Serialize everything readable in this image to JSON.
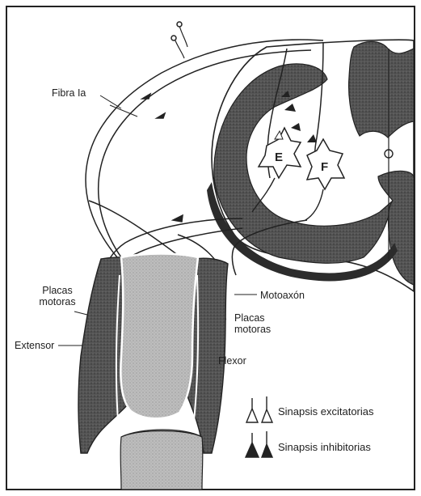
{
  "labels": {
    "fibra": "Fibra Ia",
    "placas_left_line1": "Placas",
    "placas_left_line2": "motoras",
    "motoaxon": "Motoaxón",
    "placas_right_line1": "Placas",
    "placas_right_line2": "motoras",
    "extensor": "Extensor",
    "flexor": "Flexor",
    "neuron_e": "E",
    "neuron_f": "F"
  },
  "legend": {
    "excitatory": "Sinapsis excitatorias",
    "inhibitory": "Sinapsis inhibitorias"
  },
  "colors": {
    "gray_matter": "#3c3c3c",
    "muscle_dark": "#5a5a5a",
    "muscle_light": "#c2c2c2",
    "bone": "#b4b4b4",
    "line": "#222222",
    "background": "#ffffff"
  }
}
